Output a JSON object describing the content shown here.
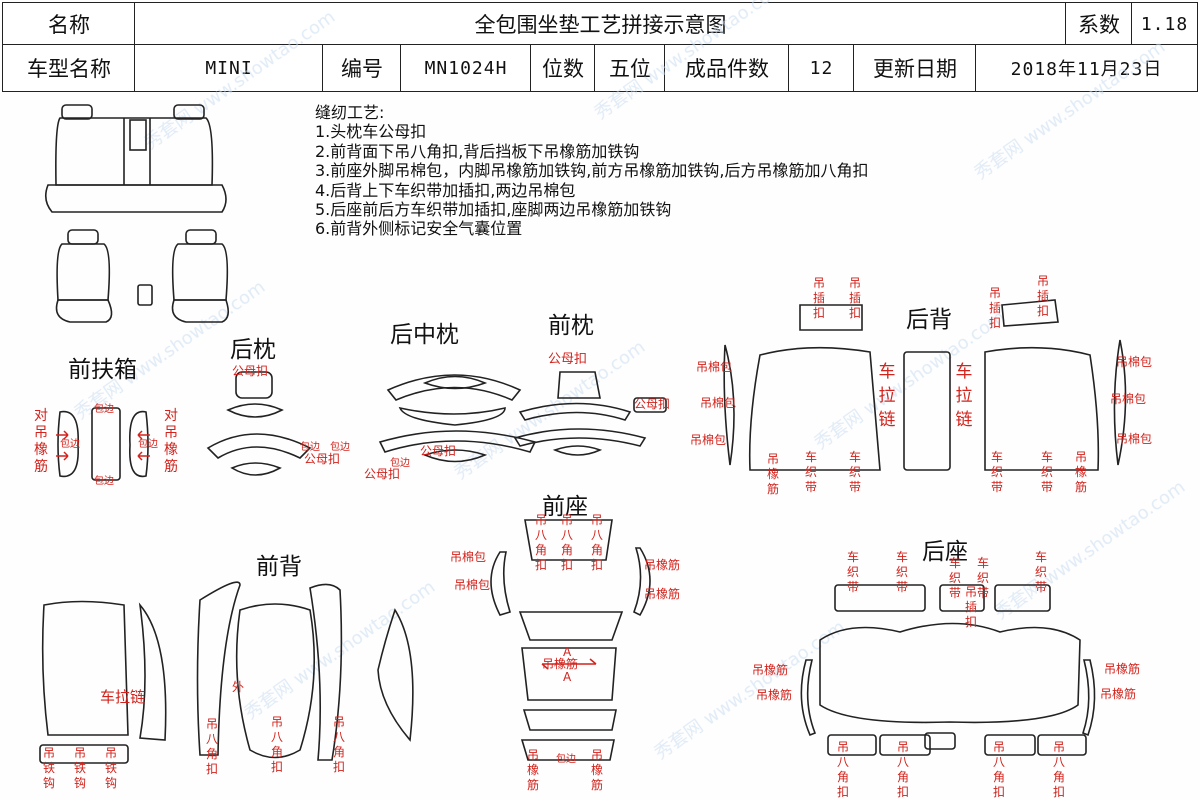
{
  "header": {
    "name_label": "名称",
    "title": "全包围坐垫工艺拼接示意图",
    "coef_label": "系数",
    "coef_value": "1.18",
    "model_label": "车型名称",
    "model_value": "MINI",
    "code_label": "编号",
    "code_value": "MN1024H",
    "seats_label": "位数",
    "seats_value": "五位",
    "pieces_label": "成品件数",
    "pieces_value": "12",
    "date_label": "更新日期",
    "date_value": "2018年11月23日"
  },
  "notes": {
    "title": "缝纫工艺:",
    "lines": [
      "1.头枕车公母扣",
      "2.前背面下吊八角扣,背后挡板下吊橡筋加铁钩",
      "3.前座外脚吊棉包，内脚吊橡筋加铁钩,前方吊橡筋加铁钩,后方吊橡筋加八角扣",
      "4.后背上下车织带加插扣,两边吊棉包",
      "5.后座前后方车织带加插扣,座脚两边吊橡筋加铁钩",
      "6.前背外侧标记安全气囊位置"
    ]
  },
  "sections": {
    "armrest": "前扶箱",
    "rear_headrest": "后枕",
    "rear_mid_headrest": "后中枕",
    "front_headrest": "前枕",
    "rear_back": "后背",
    "front_seat": "前座",
    "front_back": "前背",
    "rear_seat": "后座"
  },
  "labels": {
    "dui_diao_xiangjin": "对吊橡筋",
    "baobian": "包边",
    "gongmukou": "公母扣",
    "diao_chadou": "吊插扣",
    "diao_mianbao": "吊棉包",
    "che_lalian": "车拉链",
    "che_zhidai": "车织带",
    "diao_xiangjin": "吊橡筋",
    "diao_bajiaokou": "吊八角扣",
    "diao_tiegou": "吊铁钩",
    "wai": "外",
    "a": "A"
  },
  "watermark": "秀套网 www.showtao.com",
  "colors": {
    "annotation": "#d2231c",
    "outline": "#222222"
  }
}
